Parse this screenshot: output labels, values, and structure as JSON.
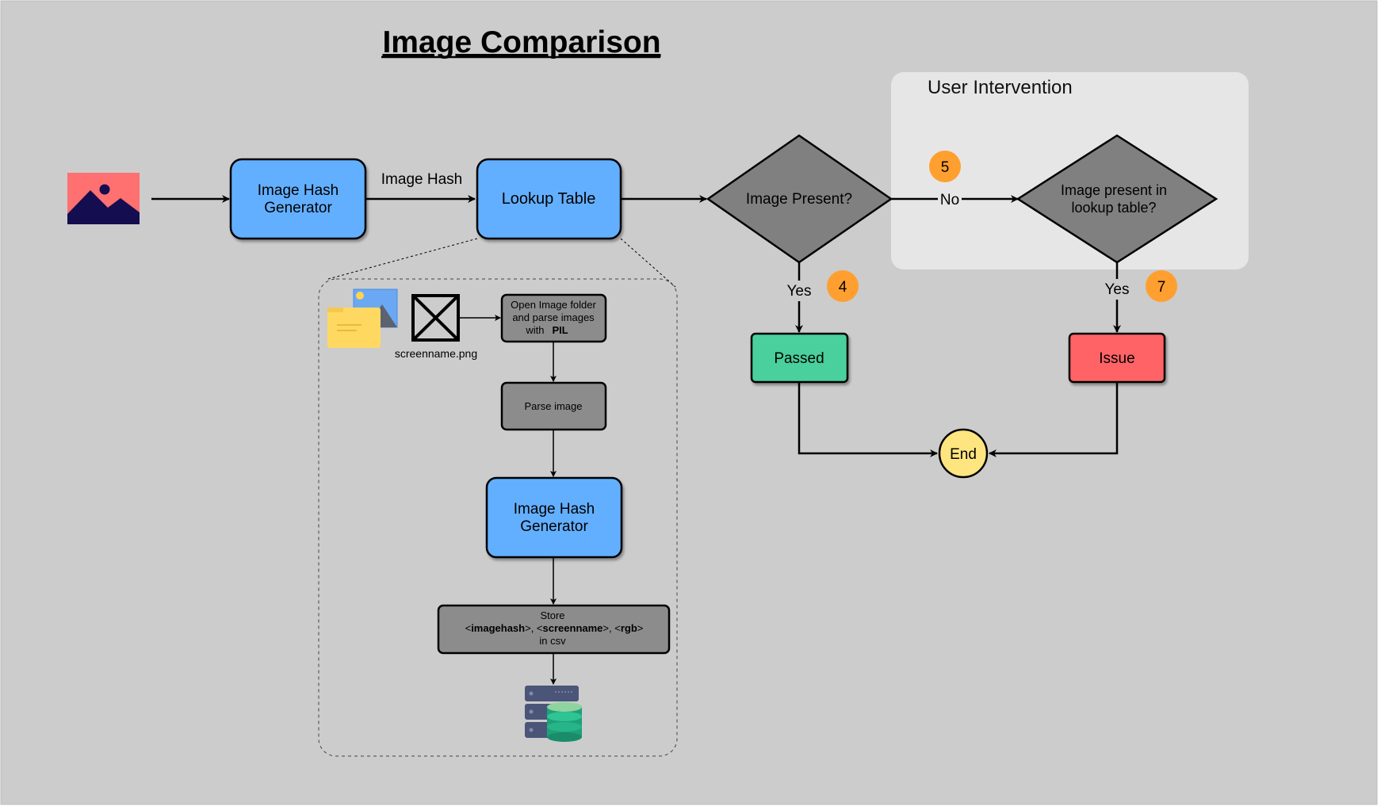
{
  "title": "Image Comparison",
  "user_intervention": {
    "label": "User Intervention"
  },
  "nodes": {
    "hash_generator_main": {
      "line1": "Image Hash",
      "line2": "Generator"
    },
    "lookup_table": {
      "label": "Lookup Table"
    },
    "decision_present": {
      "label": "Image Present?"
    },
    "decision_lookup": {
      "line1": "Image present in",
      "line2": "lookup table?"
    },
    "passed": {
      "label": "Passed"
    },
    "issue": {
      "label": "Issue"
    },
    "end": {
      "label": "End"
    }
  },
  "edges": {
    "image_hash": "Image Hash",
    "no": "No",
    "yes_left": "Yes",
    "yes_right": "Yes"
  },
  "badges": {
    "badge_5": "5",
    "badge_4": "4",
    "badge_7": "7"
  },
  "detail": {
    "screenshot_filename": "screenname.png",
    "open_folder": {
      "line1": "Open Image folder",
      "line2": "and parse images",
      "line3_prefix": "with",
      "line3_bold": "PIL"
    },
    "parse_image": "Parse image",
    "hash_generator": {
      "line1": "Image Hash",
      "line2": "Generator"
    },
    "store": {
      "line1": "Store",
      "f1_open": "<",
      "f1": "imagehash",
      "f1_close": ">, <",
      "f2": "screenname",
      "f2_close": ">, <",
      "f3": "rgb",
      "f3_close": ">",
      "line3": "in csv"
    }
  },
  "colors": {
    "background": "#cccccc",
    "blue_box": "#64afff",
    "gray_box": "#8c8c8c",
    "decision": "#808080",
    "passed": "#48d09c",
    "issue": "#ff6366",
    "end": "#ffe57f",
    "badge": "#ff9f2f",
    "intervention_panel": "#e6e6e6"
  },
  "icons": {
    "input": "image-icon",
    "folder": "folder-images-icon",
    "placeholder": "broken-image-icon",
    "database": "database-icon"
  }
}
